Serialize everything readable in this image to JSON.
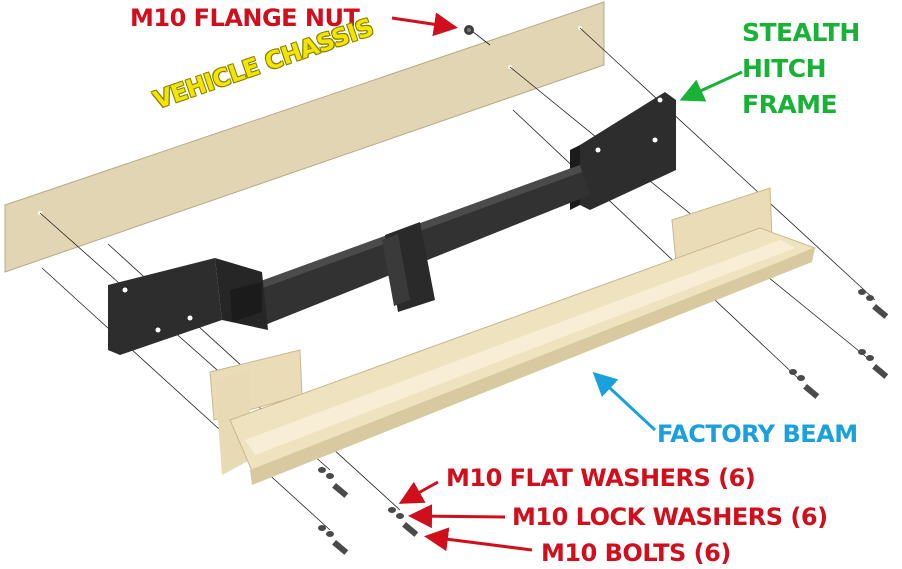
{
  "labels": {
    "flange_nut": "M10 FLANGE NUT",
    "vehicle_chassis": "VEHICLE CHASSIS",
    "stealth_hitch_frame": [
      "STEALTH",
      "HITCH",
      "FRAME"
    ],
    "factory_beam": "FACTORY BEAM",
    "flat_washers": "M10 FLAT WASHERS (6)",
    "lock_washers": "M10 LOCK WASHERS (6)",
    "bolts": "M10 BOLTS (6)"
  },
  "colors": {
    "label_red": "#d10f1c",
    "label_green": "#18b236",
    "label_blue": "#1aa0dd",
    "label_yellow": "#f2e600",
    "chassis_fill": "#e2d5b3",
    "beam_fill": "#efe2bf",
    "hitch_fill": "#2d2d2d",
    "hardware_fill": "#4a4a4a"
  }
}
